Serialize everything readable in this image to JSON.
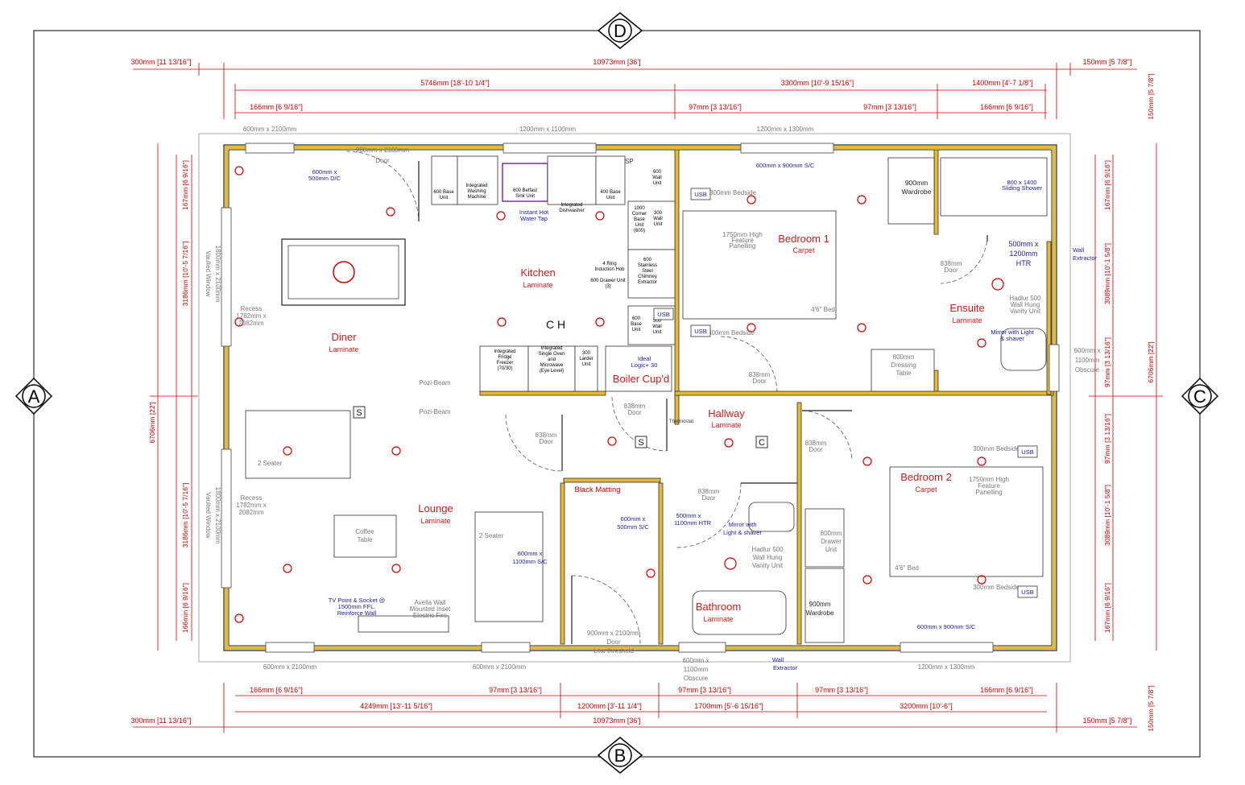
{
  "markers": {
    "top": "D",
    "bottom": "B",
    "left": "A",
    "right": "C"
  },
  "dims_top": {
    "row1": [
      "300mm [11 13/16\"]",
      "10973mm [36']",
      "150mm [5 7/8\"]"
    ],
    "row2": [
      "5746mm [18'-10 1/4\"]",
      "3300mm [10'-9 15/16\"]",
      "1400mm [4'-7 1/8\"]"
    ],
    "row3": [
      "166mm [6 9/16\"]",
      "97mm [3 13/16\"]",
      "97mm [3 13/16\"]",
      "166mm [6 9/16\"]"
    ],
    "right_v": "150mm [5 7/8\"]"
  },
  "dims_bottom": {
    "row1": [
      "166mm [6 9/16\"]",
      "97mm [3 13/16\"]",
      "97mm [3 13/16\"]",
      "97mm [3 13/16\"]",
      "166mm [6 9/16\"]"
    ],
    "row2": [
      "4249mm [13'-11 5/16\"]",
      "1200mm [3'-11 1/4\"]",
      "1700mm [5'-6 15/16\"]",
      "3200mm [10'-6\"]"
    ],
    "row3": [
      "300mm [11 13/16\"]",
      "10973mm [36']",
      "150mm [5 7/8\"]"
    ],
    "right_v": "150mm [5 7/8\"]"
  },
  "dims_left": [
    "167mm [6 9/16\"]",
    "3186mm [10'-5 7/16\"]",
    "6706mm [22']",
    "3186mm [10'-5 7/16\"]",
    "166mm [6 9/16\"]"
  ],
  "dims_right": {
    "inner": [
      "167mm [6 9/16\"]",
      "3089mm [10'-1 5/8\"]",
      "97mm [3 13/16\"]",
      "97mm [3 13/16\"]",
      "3089mm [10'-1 5/8\"]",
      "167mm [6 9/16\"]"
    ],
    "outer": "6706mm [22']"
  },
  "openings": {
    "top": [
      "600mm x 2100mm",
      "1200mm x 1100mm",
      "1200mm x 1300mm"
    ],
    "bottom": [
      "600mm x 2100mm",
      "600mm x 2100mm",
      "1200mm x 1300mm"
    ],
    "door_top": [
      "900mm x 2100mm",
      "Door"
    ],
    "front_door": [
      "900mm x 2100mm",
      "Door",
      "Low threshold"
    ],
    "bath_window": [
      "600mm x",
      "1100mm",
      "Obscure"
    ],
    "ensuite_window": [
      "600mm x",
      "1100mm",
      "Obscure"
    ],
    "vaulted_upper": [
      "1800mm x 2100mm",
      "Vaulted Window"
    ],
    "vaulted_lower": [
      "1800mm x 2100mm",
      "Vaulted Window"
    ],
    "recess_upper": [
      "Recess",
      "1782mm x",
      "2082mm"
    ],
    "recess_lower": [
      "Recess",
      "1782mm x",
      "2082mm"
    ]
  },
  "rooms": {
    "diner": [
      "Diner",
      "Laminate"
    ],
    "kitchen": [
      "Kitchen",
      "Laminate"
    ],
    "lounge": [
      "Lounge",
      "Laminate"
    ],
    "bedroom1": [
      "Bedroom 1",
      "Carpet"
    ],
    "bedroom2": [
      "Bedroom 2",
      "Carpet"
    ],
    "ensuite": [
      "Ensuite",
      "Laminate"
    ],
    "hallway": [
      "Hallway",
      "Laminate"
    ],
    "bathroom": [
      "Bathroom",
      "Laminate"
    ],
    "boiler": "Boiler Cup'd",
    "black_matting": "Black Matting"
  },
  "kitchen_units": {
    "base600": [
      "600 Base",
      "Unit"
    ],
    "washer": [
      "Integrated",
      "Washing",
      "Machine"
    ],
    "sink": [
      "600 Belfast",
      "Sink Unit"
    ],
    "dishwasher": [
      "Integrated",
      "Dishwasher"
    ],
    "base400": [
      "400 Base",
      "Unit"
    ],
    "wall600": [
      "600",
      "Wall",
      "Unit"
    ],
    "corner": [
      "1000",
      "Corner",
      "Base",
      "Unit",
      "(600)"
    ],
    "wall300": [
      "300",
      "Wall",
      "Unit"
    ],
    "hob": [
      "4 Ring",
      "Induction Hob"
    ],
    "drawer": [
      "600 Drawer Unit",
      "(3)"
    ],
    "chimney": [
      "600",
      "Stainless",
      "Steel",
      "Chimney",
      "Extractor"
    ],
    "base600b": [
      "600",
      "Base",
      "Unit"
    ],
    "wall500": [
      "500",
      "Wall",
      "Unit"
    ],
    "fridge": [
      "Integrated",
      "Fridge",
      "Freezer",
      "(70/30)"
    ],
    "oven": [
      "Integrated",
      "Single Oven",
      "and",
      "Microwave",
      "(Eye Level)"
    ],
    "larder": [
      "300",
      "Larder",
      "Unit"
    ],
    "boiler_unit": [
      "Ideal",
      "Logic+ 30"
    ],
    "tap": [
      "Instant Hot",
      "Water Tap"
    ],
    "sp": "SP",
    "ch": "C H"
  },
  "notes": {
    "diner_window_sc": [
      "600mm x",
      "500mm D/C"
    ],
    "pozi_beam": "Pozi-Beam",
    "bedside": "300mm Bedside",
    "feature_panel": [
      "1750mm High",
      "Feature",
      "Panelling"
    ],
    "bed": "4'6\" Bed",
    "wardrobe_b1": [
      "900mm",
      "Wardrobe"
    ],
    "shower": [
      "800 x 1400",
      "Sliding Shower"
    ],
    "htr_ensuite": [
      "500mm x",
      "1200mm",
      "HTR"
    ],
    "wall_extractor_right": [
      "Wall",
      "Extractor"
    ],
    "vanity_ensuite": [
      "Hadlur 500",
      "Wall Hung",
      "Vanity Unit"
    ],
    "mirror_ensuite": [
      "Mirror with Light",
      "& shaver"
    ],
    "door838": [
      "838mm",
      "Door"
    ],
    "dressing": [
      "800mm",
      "Dressing",
      "Table"
    ],
    "bed1_window_sc": "600mm x 900mm S/C",
    "thermostat": "Thermostat",
    "two_seater": "2 Seater",
    "coffee_table": [
      "Coffee",
      "Table"
    ],
    "tv_point": [
      "TV Point & Socket @",
      "1500mm FFL.",
      "Reinforce Wall"
    ],
    "fire": [
      "Avella Wall",
      "Mounted Inset",
      "Electric Fire"
    ],
    "lounge_window_sc": [
      "600mm x",
      "1100mm S/C"
    ],
    "hall_window_sc": [
      "600mm x",
      "500mm S/C"
    ],
    "htr_bath": [
      "500mm x",
      "1100mm HTR"
    ],
    "mirror_bath": [
      "Mirror with",
      "Light & shaver"
    ],
    "vanity_bath": [
      "Hadlur 500",
      "Wall Hung",
      "Vanity Unit"
    ],
    "drawer_b2": [
      "800mm",
      "Drawer",
      "Unit"
    ],
    "wardrobe_b2": [
      "900mm",
      "Wardrobe"
    ],
    "bed2_window_sc": "600mm x 900mm S/C",
    "wall_extractor_bottom": [
      "Wall",
      "Extractor"
    ],
    "usb": "USB",
    "sym_s": "S",
    "sym_c": "C"
  },
  "colors": {
    "wall": "#e3b935",
    "dimension": "#cc0000",
    "annotation": "#1a1aa8",
    "kitchen": "#7a1d9e"
  }
}
